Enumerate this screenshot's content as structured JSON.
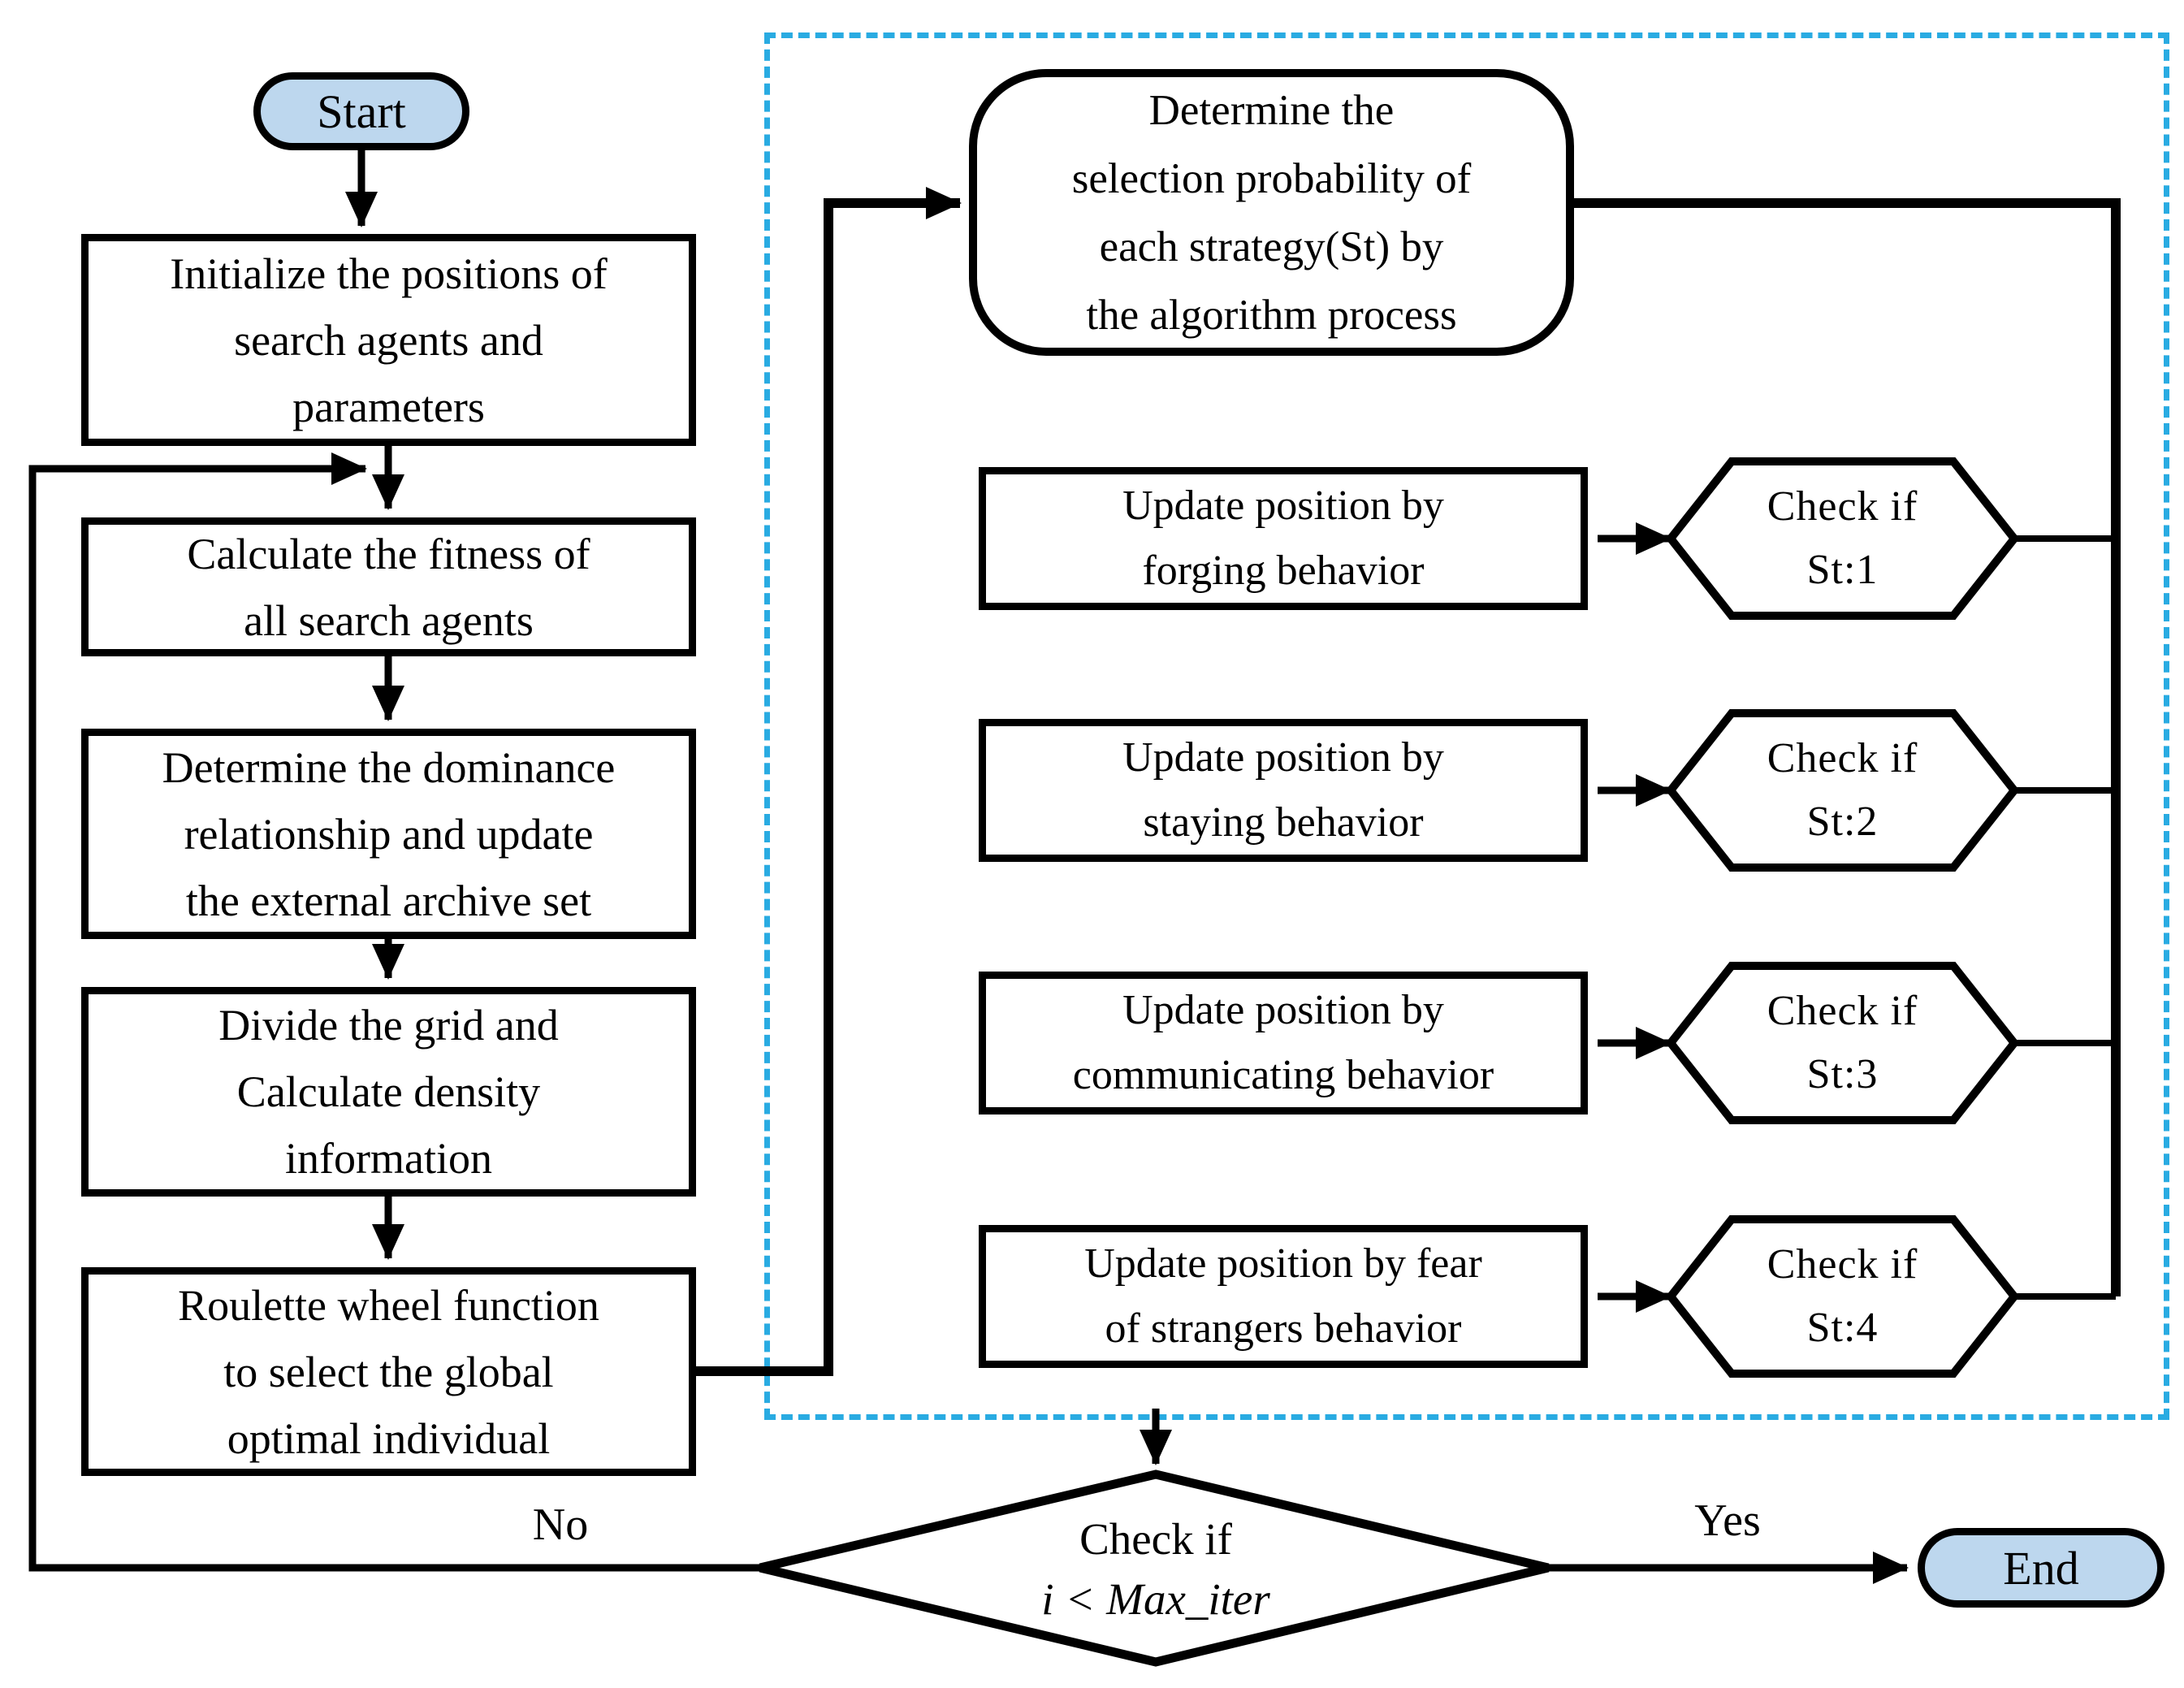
{
  "diagram": {
    "type": "flowchart",
    "colors": {
      "terminal_fill": "#BDD7EE",
      "region_dash": "#29ABE2",
      "stroke": "#000000",
      "background": "#FFFFFF"
    },
    "nodes": {
      "start": {
        "label": "Start"
      },
      "initialize": {
        "text": "Initialize the positions of\nsearch agents and\nparameters"
      },
      "fitness": {
        "text": "Calculate the fitness of\nall search agents"
      },
      "dominance": {
        "text": "Determine the dominance\nrelationship and update\nthe external archive set"
      },
      "grid": {
        "text": "Divide the grid and\nCalculate density\ninformation"
      },
      "roulette": {
        "text": "Roulette wheel function\nto select the global\noptimal individual"
      },
      "strategy": {
        "text": "Determine the\nselection probability of\neach strategy(St) by\nthe algorithm process"
      },
      "updates": [
        {
          "text": "Update position by\nforging behavior"
        },
        {
          "text": "Update position by\nstaying behavior"
        },
        {
          "text": "Update position by\ncommunicating behavior"
        },
        {
          "text": "Update position by fear\nof strangers behavior"
        }
      ],
      "checks": [
        {
          "line1": "Check if",
          "line2": "St:1"
        },
        {
          "line1": "Check if",
          "line2": "St:2"
        },
        {
          "line1": "Check if",
          "line2": "St:3"
        },
        {
          "line1": "Check if",
          "line2": "St:4"
        }
      ],
      "decision": {
        "line1": "Check if",
        "line2": "i < Max_iter"
      },
      "end": {
        "label": "End"
      }
    },
    "edge_labels": {
      "no": "No",
      "yes": "Yes"
    }
  }
}
